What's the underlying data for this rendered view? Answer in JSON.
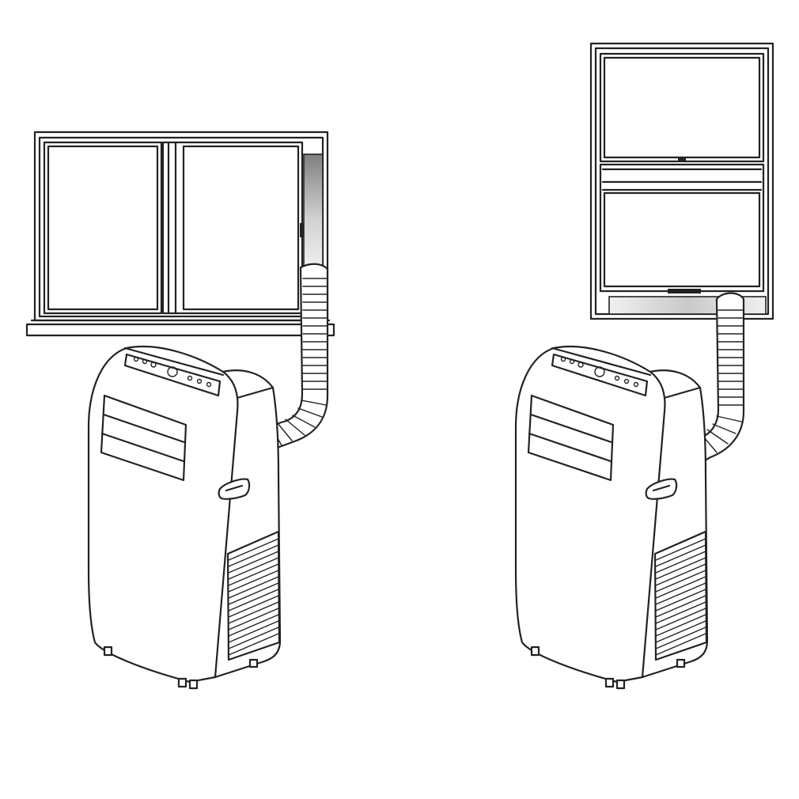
{
  "diagram": {
    "panels": [
      {
        "window_type": "sliding-window",
        "unit": "portable-air-conditioner",
        "accessory": "window-slider-kit"
      },
      {
        "window_type": "sash-window",
        "unit": "portable-air-conditioner",
        "accessory": "window-slider-kit"
      }
    ],
    "colors": {
      "line": "#222222",
      "background": "#ffffff",
      "kit_light": "#e6e6e6",
      "kit_dark": "#888888"
    }
  }
}
